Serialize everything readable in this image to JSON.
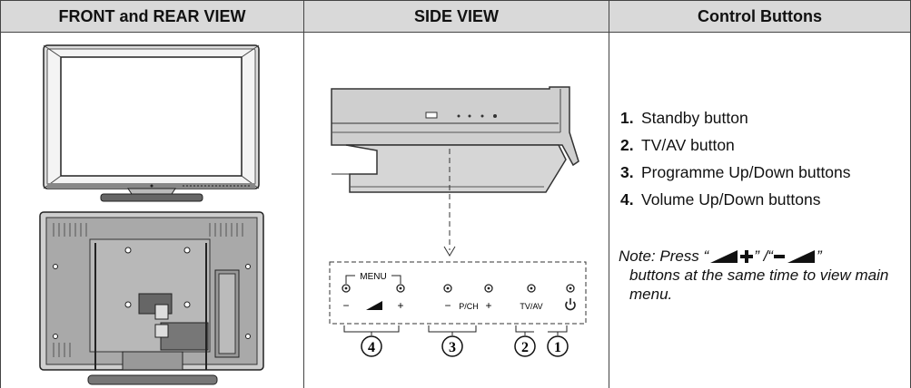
{
  "headers": {
    "col1": "FRONT and REAR VIEW",
    "col2": "SIDE VIEW",
    "col3": "Control Buttons"
  },
  "side_panel": {
    "menu_label": "MENU",
    "minus_1": "−",
    "plus_1": "+",
    "minus_2": "−",
    "pch_label": "P/CH",
    "plus_2": "+",
    "tvav_label": "TV/AV",
    "callout_4": "4",
    "callout_3": "3",
    "callout_2": "2",
    "callout_1": "1"
  },
  "control_buttons": {
    "items": [
      {
        "num": "1.",
        "label": "Standby button"
      },
      {
        "num": "2.",
        "label": "TV/AV button"
      },
      {
        "num": "3.",
        "label": "Programme Up/Down buttons"
      },
      {
        "num": "4.",
        "label": "Volume Up/Down buttons"
      }
    ],
    "note_lead": "Note: Press “",
    "note_mid": "” /“",
    "note_close": "”",
    "note_rest": "buttons at the same time to view main menu."
  },
  "icons": {
    "volume": "volume-wedge-icon",
    "plus": "plus-icon",
    "minus": "minus-icon",
    "power": "power-icon"
  }
}
